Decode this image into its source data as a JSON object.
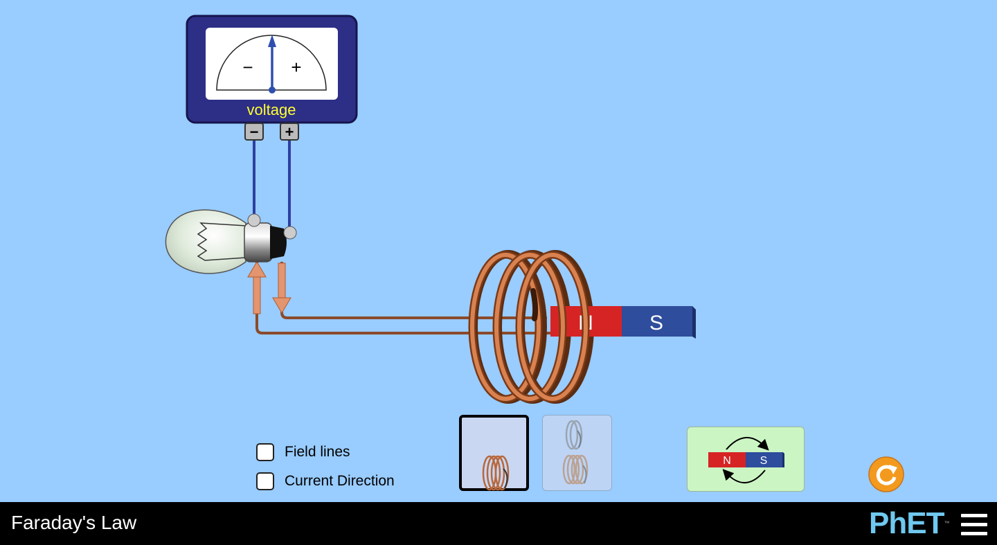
{
  "voltmeter": {
    "label": "voltage",
    "dial_minus": "−",
    "dial_plus": "+",
    "terminal_minus": "−",
    "terminal_plus": "+",
    "needle_reading": 0
  },
  "magnet": {
    "north_label": "N",
    "south_label": "S",
    "north_color": "#d62424",
    "south_color": "#2e4d9c"
  },
  "controls": {
    "field_lines_label": "Field lines",
    "field_lines_checked": false,
    "current_direction_label": "Current Direction",
    "current_direction_checked": false,
    "selected_coil": "one-coil"
  },
  "flip_magnet": {
    "north_label": "N",
    "south_label": "S"
  },
  "navbar": {
    "title": "Faraday's Law",
    "logo_text": "PhET",
    "logo_tm": "™"
  },
  "colors": {
    "background": "#99ccff",
    "meter_body": "#2d2e86",
    "meter_label": "#ffff33",
    "copper": "#c8703a",
    "wire": "#8b4a2a",
    "reset": "#f39a1e"
  }
}
